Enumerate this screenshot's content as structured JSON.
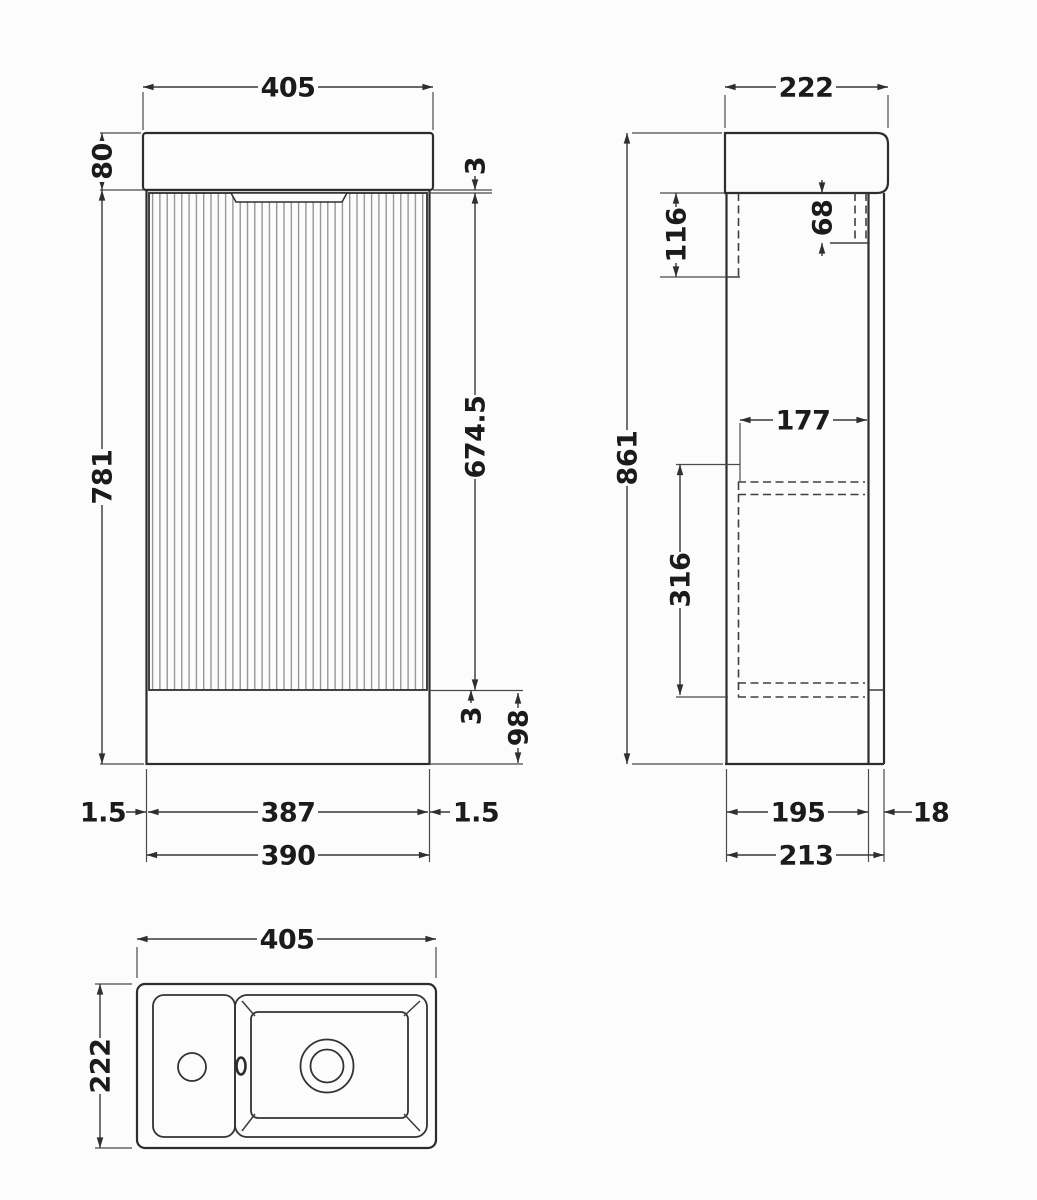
{
  "views": {
    "front": {
      "dims": {
        "worktop_width": "405",
        "worktop_height": "80",
        "cabinet_height": "781",
        "top_gap": "3",
        "door_height": "674.5",
        "bottom_gap": "3",
        "plinth_height": "98",
        "left_gap": "1.5",
        "door_width": "387",
        "right_gap": "1.5",
        "cabinet_width": "390"
      }
    },
    "side": {
      "dims": {
        "worktop_depth": "222",
        "left_bracket_height": "116",
        "right_bracket_height": "68",
        "overall_height": "861",
        "internal_depth": "177",
        "internal_height": "316",
        "cabinet_depth": "195",
        "service_gap": "18",
        "overall_depth": "213"
      }
    },
    "plan": {
      "dims": {
        "basin_width": "405",
        "basin_depth": "222"
      }
    }
  }
}
